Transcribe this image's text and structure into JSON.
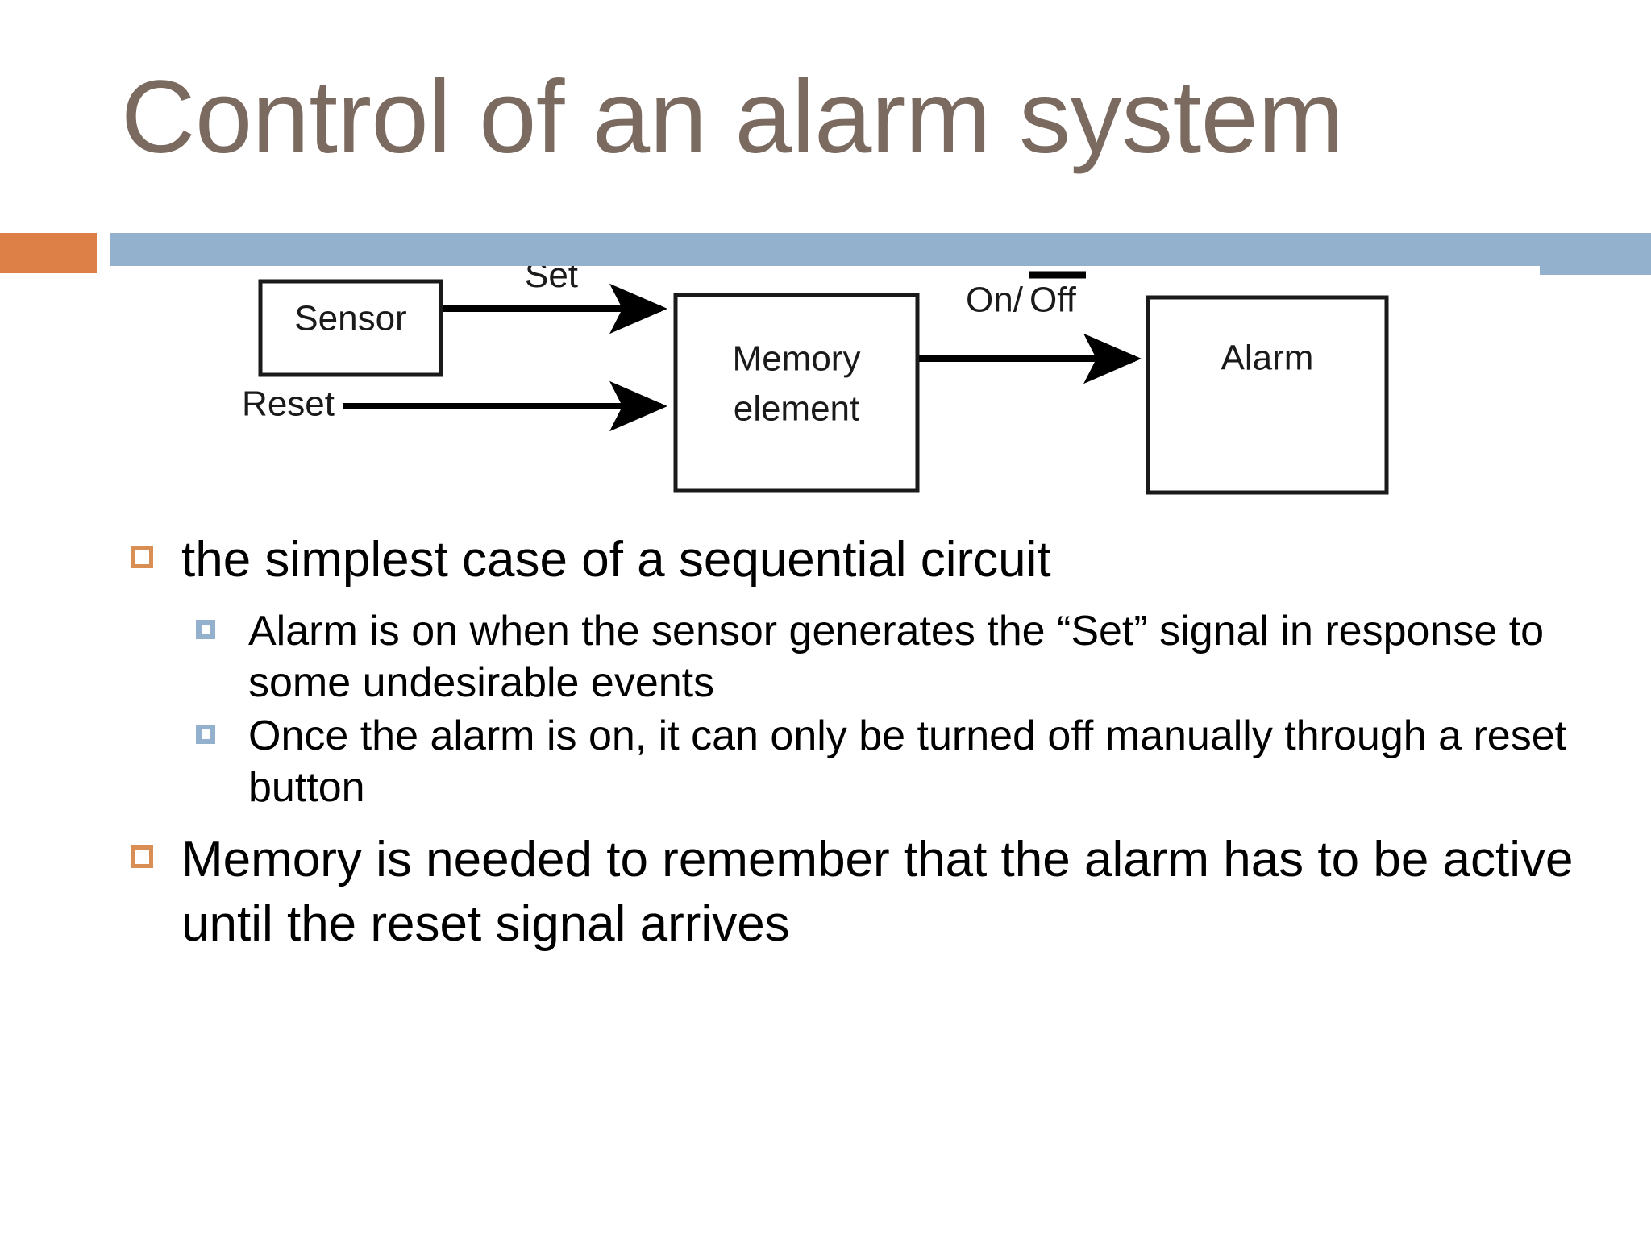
{
  "slide": {
    "title": "Control of an alarm system",
    "title_color": "#7b6a5f",
    "accent_orange": "#dd8047",
    "accent_blue": "#93b0cc",
    "background": "#ffffff"
  },
  "diagram": {
    "type": "block-diagram",
    "blocks": [
      {
        "id": "sensor",
        "label": "Sensor"
      },
      {
        "id": "memory",
        "label_line1": "Memory",
        "label_line2": "element"
      },
      {
        "id": "alarm",
        "label": "Alarm"
      }
    ],
    "signals": [
      {
        "id": "set",
        "label": "Set",
        "from": "sensor",
        "to": "memory"
      },
      {
        "id": "reset",
        "label": "Reset",
        "from": "external",
        "to": "memory"
      },
      {
        "id": "onoff",
        "label_plain": "On/",
        "label_overbar": "Off",
        "from": "memory",
        "to": "alarm"
      }
    ]
  },
  "content": {
    "bullets": [
      {
        "level": 1,
        "text": "the simplest case of a sequential circuit",
        "marker": "hollow-square-orange"
      },
      {
        "level": 2,
        "text": "Alarm is on when the sensor generates the “Set” signal in response to some undesirable events",
        "marker": "filled-square-blue"
      },
      {
        "level": 2,
        "text": "Once the alarm is on, it can only be turned off manually through a reset button",
        "marker": "filled-square-blue"
      },
      {
        "level": 1,
        "text": "Memory is needed to remember that the alarm has to be active until the reset signal arrives",
        "marker": "hollow-square-orange"
      }
    ]
  }
}
